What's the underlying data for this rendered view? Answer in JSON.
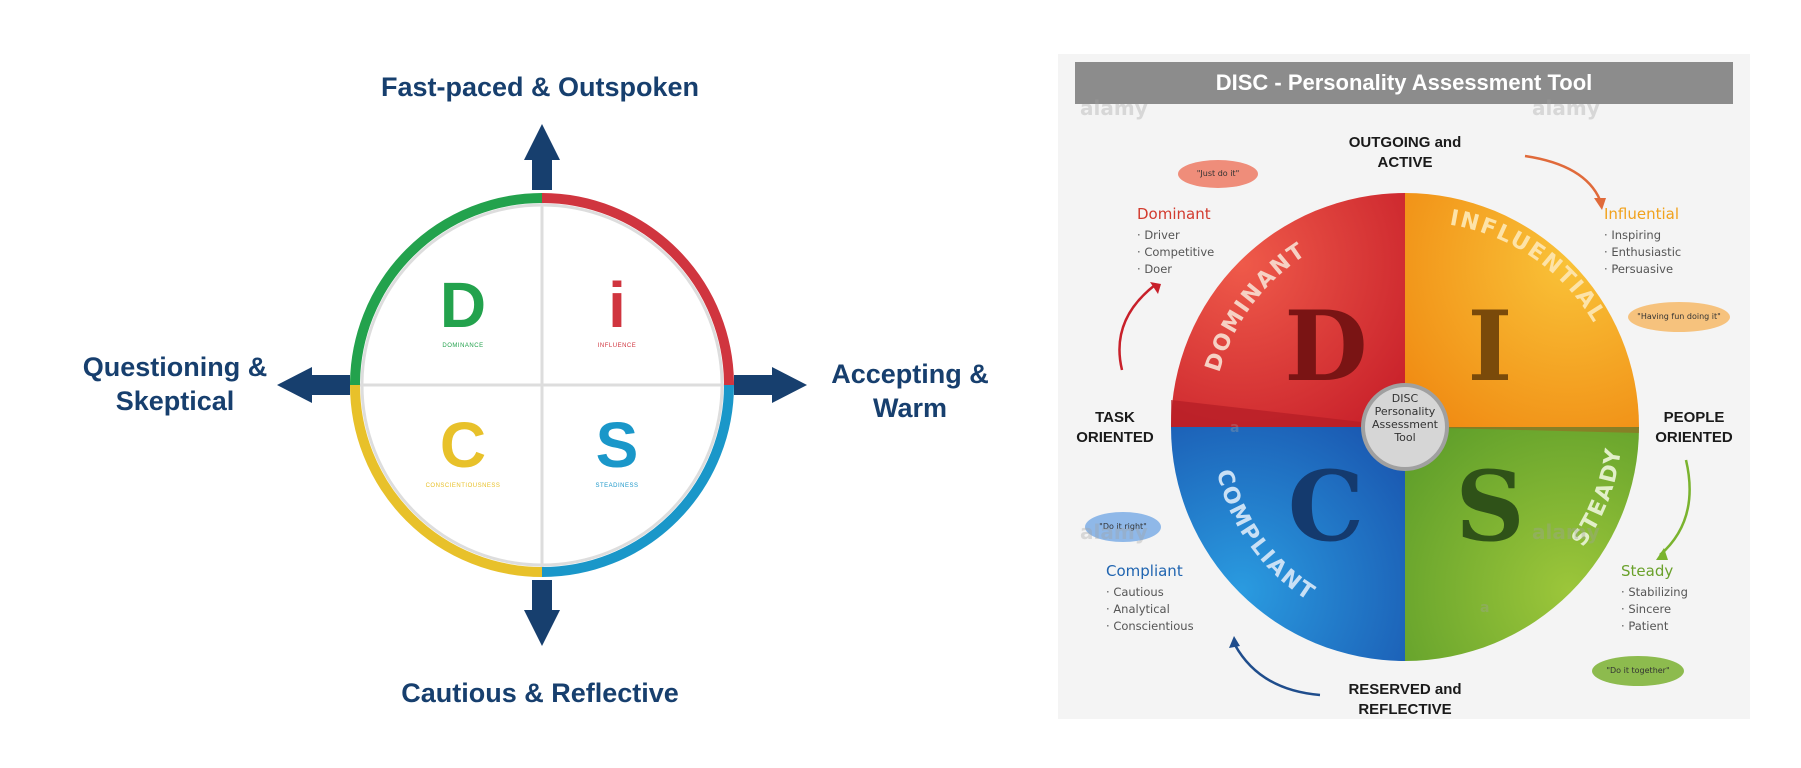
{
  "left_diagram": {
    "labels": {
      "top": "Fast-paced & Outspoken",
      "bottom": "Cautious & Reflective",
      "left": "Questioning & Skeptical",
      "right": "Accepting & Warm"
    },
    "quadrants": [
      {
        "letter": "D",
        "sub": "DOMINANCE",
        "color": "#23a24d"
      },
      {
        "letter": "i",
        "sub": "INFLUENCE",
        "color": "#d0353f"
      },
      {
        "letter": "C",
        "sub": "CONSCIENTIOUSNESS",
        "color": "#e8c12a"
      },
      {
        "letter": "S",
        "sub": "STEADINESS",
        "color": "#1a97c9"
      }
    ],
    "arrow_color": "#173f6e"
  },
  "right_panel": {
    "title": "DISC - Personality Assessment Tool",
    "directions": {
      "top": "OUTGOING and ACTIVE",
      "bottom": "RESERVED and REFLECTIVE",
      "left": "TASK ORIENTED",
      "right": "PEOPLE ORIENTED"
    },
    "center": "DISC Personality Assessment Tool",
    "segments": [
      {
        "letter": "D",
        "arc_label": "DOMINANT",
        "color": "#d82f2f"
      },
      {
        "letter": "I",
        "arc_label": "INFLUENTIAL",
        "color": "#f5a01a"
      },
      {
        "letter": "C",
        "arc_label": "COMPLIANT",
        "color": "#1f6fc2"
      },
      {
        "letter": "S",
        "arc_label": "STEADY",
        "color": "#7ab32e"
      }
    ],
    "traits": [
      {
        "name": "Dominant",
        "color": "#d23b2e",
        "items": [
          "Driver",
          "Competitive",
          "Doer"
        ],
        "motto": "\"Just do it\""
      },
      {
        "name": "Influential",
        "color": "#f1a21d",
        "items": [
          "Inspiring",
          "Enthusiastic",
          "Persuasive"
        ],
        "motto": "\"Having fun doing it\""
      },
      {
        "name": "Compliant",
        "color": "#1f64b0",
        "items": [
          "Cautious",
          "Analytical",
          "Conscientious"
        ],
        "motto": "\"Do it right\""
      },
      {
        "name": "Steady",
        "color": "#6aa12b",
        "items": [
          "Stabilizing",
          "Sincere",
          "Patient"
        ],
        "motto": "\"Do it together\""
      }
    ],
    "watermark": "alamy",
    "watermark_letter": "a"
  }
}
